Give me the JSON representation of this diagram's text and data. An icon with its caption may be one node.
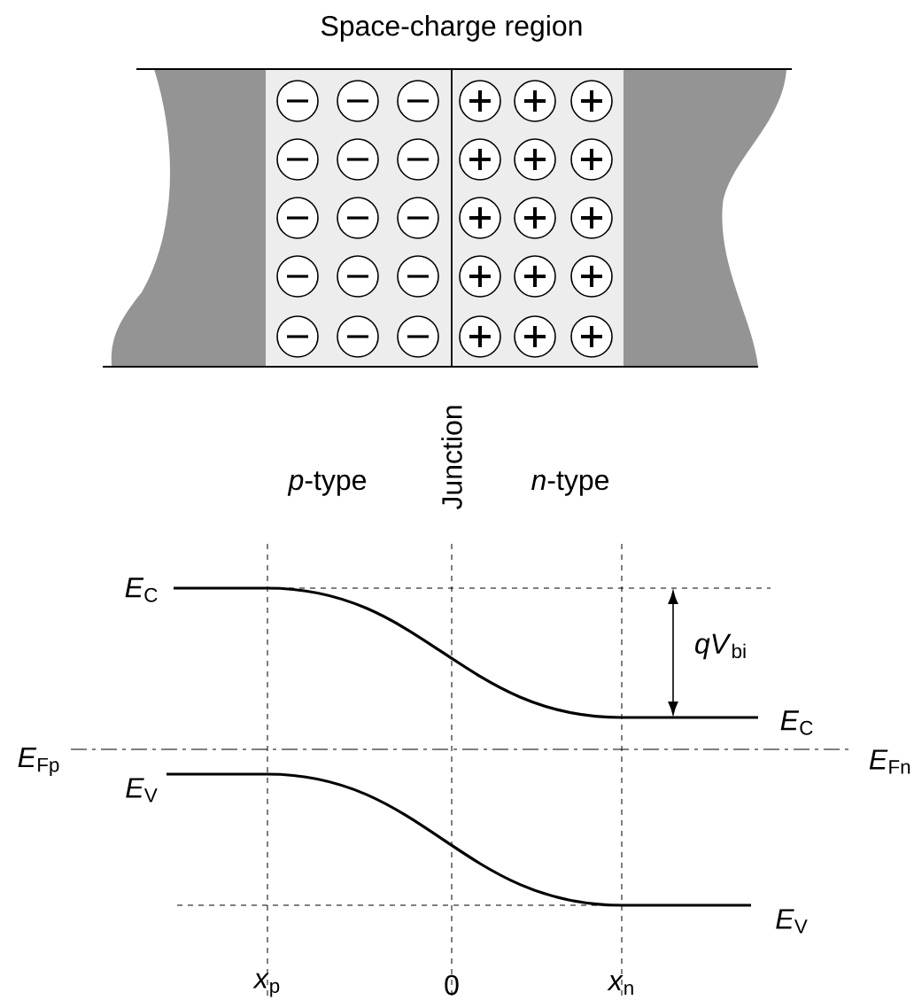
{
  "diagram": {
    "labels": [
      "Space-charge region",
      "Junction",
      "*p*-type",
      "*n*-type",
      "*E*$_{C}$",
      "*qV*$_{bi}$",
      "*E*$_{C}$",
      "*E*$_{Fp}$",
      "*E*$_{Fn}$",
      "*E*$_{V}$",
      "*E*$_{V}$",
      "*x*$_{p}$",
      "0",
      "*x*$_{n}$"
    ]
  }
}
